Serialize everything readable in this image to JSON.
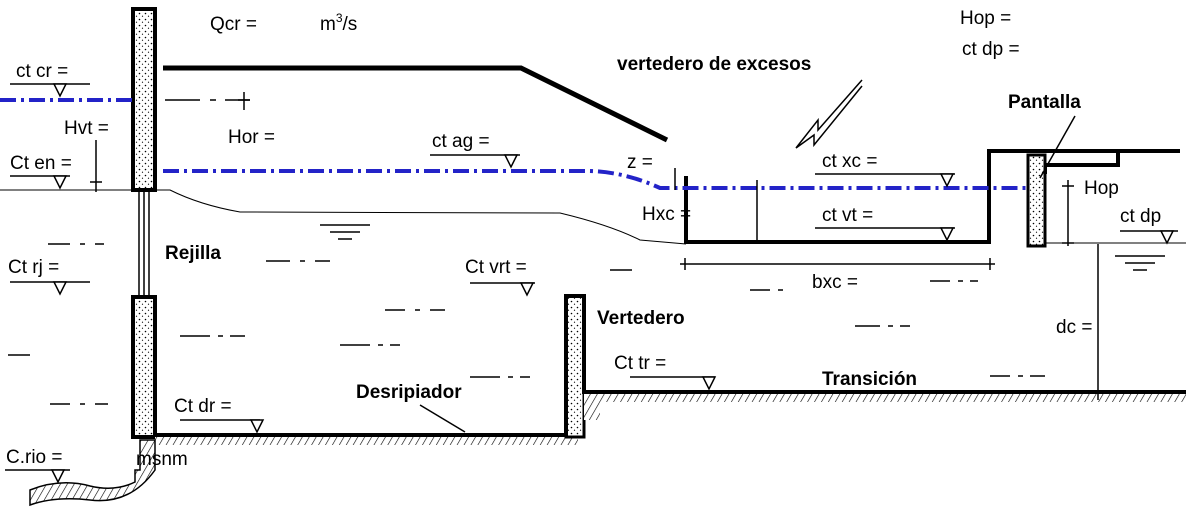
{
  "diagram": {
    "colors": {
      "ink": "#000000",
      "water_line": "#2323c8",
      "concrete_fill": "#ffffff",
      "ground_hatch": "#000000"
    },
    "labels": {
      "qcr": "Qcr =",
      "qcr_unit_base": "m",
      "qcr_unit_exp": "3",
      "qcr_unit_tail": "/s",
      "hop_top": "Hop =",
      "ct_dp_top": "ct dp =",
      "ct_cr": "ct cr =",
      "hvt": "Hvt =",
      "ct_en": "Ct en =",
      "hor": "Hor =",
      "vertedero_excesos": "vertedero de excesos",
      "ct_ag": "ct ag =",
      "z": "z =",
      "pantalla": "Pantalla",
      "ct_xc": "ct xc =",
      "hop": "Hop",
      "hxc": "Hxc =",
      "ct_vt": "ct vt =",
      "ct_dp": "ct dp",
      "rejilla": "Rejilla",
      "ct_rj": "Ct rj =",
      "ct_vrt": "Ct vrt =",
      "bxc": "bxc =",
      "vertedero": "Vertedero",
      "dc": "dc =",
      "ct_tr": "Ct tr =",
      "transicion": "Transición",
      "ct_dr": "Ct dr =",
      "desripiador": "Desripiador",
      "c_rio": "C.rio =",
      "msnm": "msnm"
    }
  }
}
